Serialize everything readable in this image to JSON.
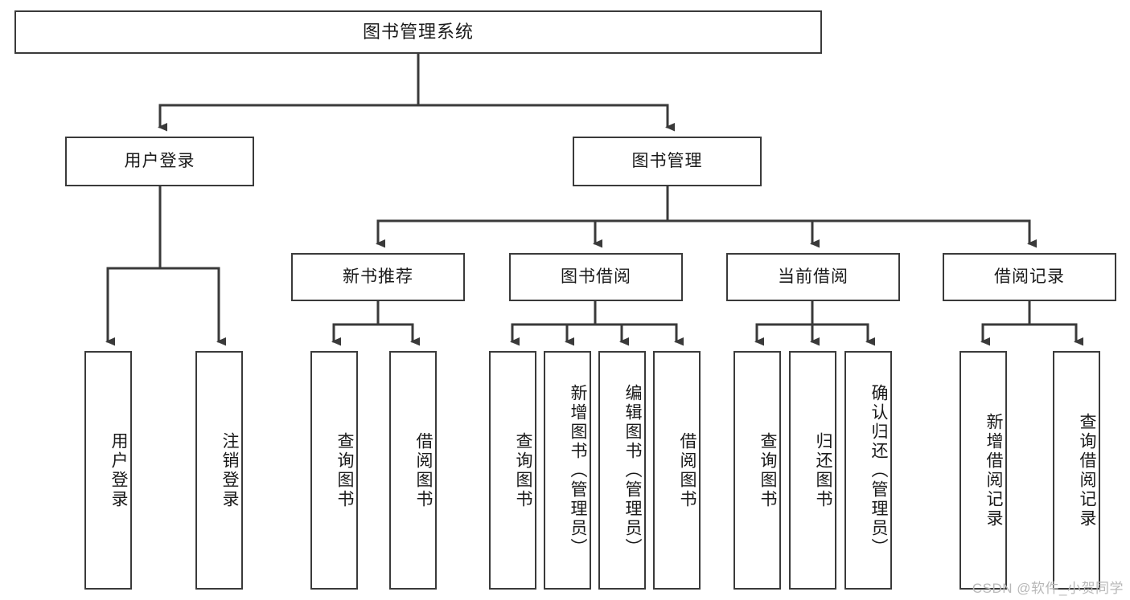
{
  "diagram": {
    "type": "tree",
    "title": "图书管理系统",
    "watermark": "CSDN @软件_小贺同学",
    "levels": 4,
    "nodes": {
      "root": {
        "label": "图书管理系统",
        "orientation": "horizontal"
      },
      "l2": [
        {
          "id": "user-login",
          "label": "用户登录",
          "orientation": "horizontal"
        },
        {
          "id": "book-manage",
          "label": "图书管理",
          "orientation": "horizontal"
        }
      ],
      "l3": [
        {
          "id": "new-book-recommend",
          "label": "新书推荐",
          "orientation": "horizontal"
        },
        {
          "id": "book-borrow",
          "label": "图书借阅",
          "orientation": "horizontal"
        },
        {
          "id": "current-borrow",
          "label": "当前借阅",
          "orientation": "horizontal"
        },
        {
          "id": "borrow-record",
          "label": "借阅记录",
          "orientation": "horizontal"
        }
      ],
      "leaves": [
        {
          "id": "leaf-user-login",
          "label": "用户登录",
          "parent": "user-login",
          "orientation": "vertical"
        },
        {
          "id": "leaf-logout-login",
          "label": "注销登录",
          "parent": "user-login",
          "orientation": "vertical"
        },
        {
          "id": "leaf-query-book-1",
          "label": "查询图书",
          "parent": "new-book-recommend",
          "orientation": "vertical"
        },
        {
          "id": "leaf-borrow-book-1",
          "label": "借阅图书",
          "parent": "new-book-recommend",
          "orientation": "vertical"
        },
        {
          "id": "leaf-query-book-2",
          "label": "查询图书",
          "parent": "book-borrow",
          "orientation": "vertical"
        },
        {
          "id": "leaf-add-book",
          "label": "新增图书（管理员）",
          "parent": "book-borrow",
          "orientation": "vertical"
        },
        {
          "id": "leaf-edit-book",
          "label": "编辑图书（管理员）",
          "parent": "book-borrow",
          "orientation": "vertical"
        },
        {
          "id": "leaf-borrow-book-2",
          "label": "借阅图书",
          "parent": "book-borrow",
          "orientation": "vertical"
        },
        {
          "id": "leaf-query-book-3",
          "label": "查询图书",
          "parent": "current-borrow",
          "orientation": "vertical"
        },
        {
          "id": "leaf-return-book",
          "label": "归还图书",
          "parent": "current-borrow",
          "orientation": "vertical"
        },
        {
          "id": "leaf-confirm-return",
          "label": "确认归还（管理员）",
          "parent": "current-borrow",
          "orientation": "vertical"
        },
        {
          "id": "leaf-add-record",
          "label": "新增借阅记录",
          "parent": "borrow-record",
          "orientation": "vertical"
        },
        {
          "id": "leaf-query-record",
          "label": "查询借阅记录",
          "parent": "borrow-record",
          "orientation": "vertical"
        }
      ]
    },
    "colors": {
      "stroke": "#3a3a3a",
      "fill": "#ffffff",
      "text": "#1a1a1a",
      "watermark": "#b8b8b8"
    }
  }
}
